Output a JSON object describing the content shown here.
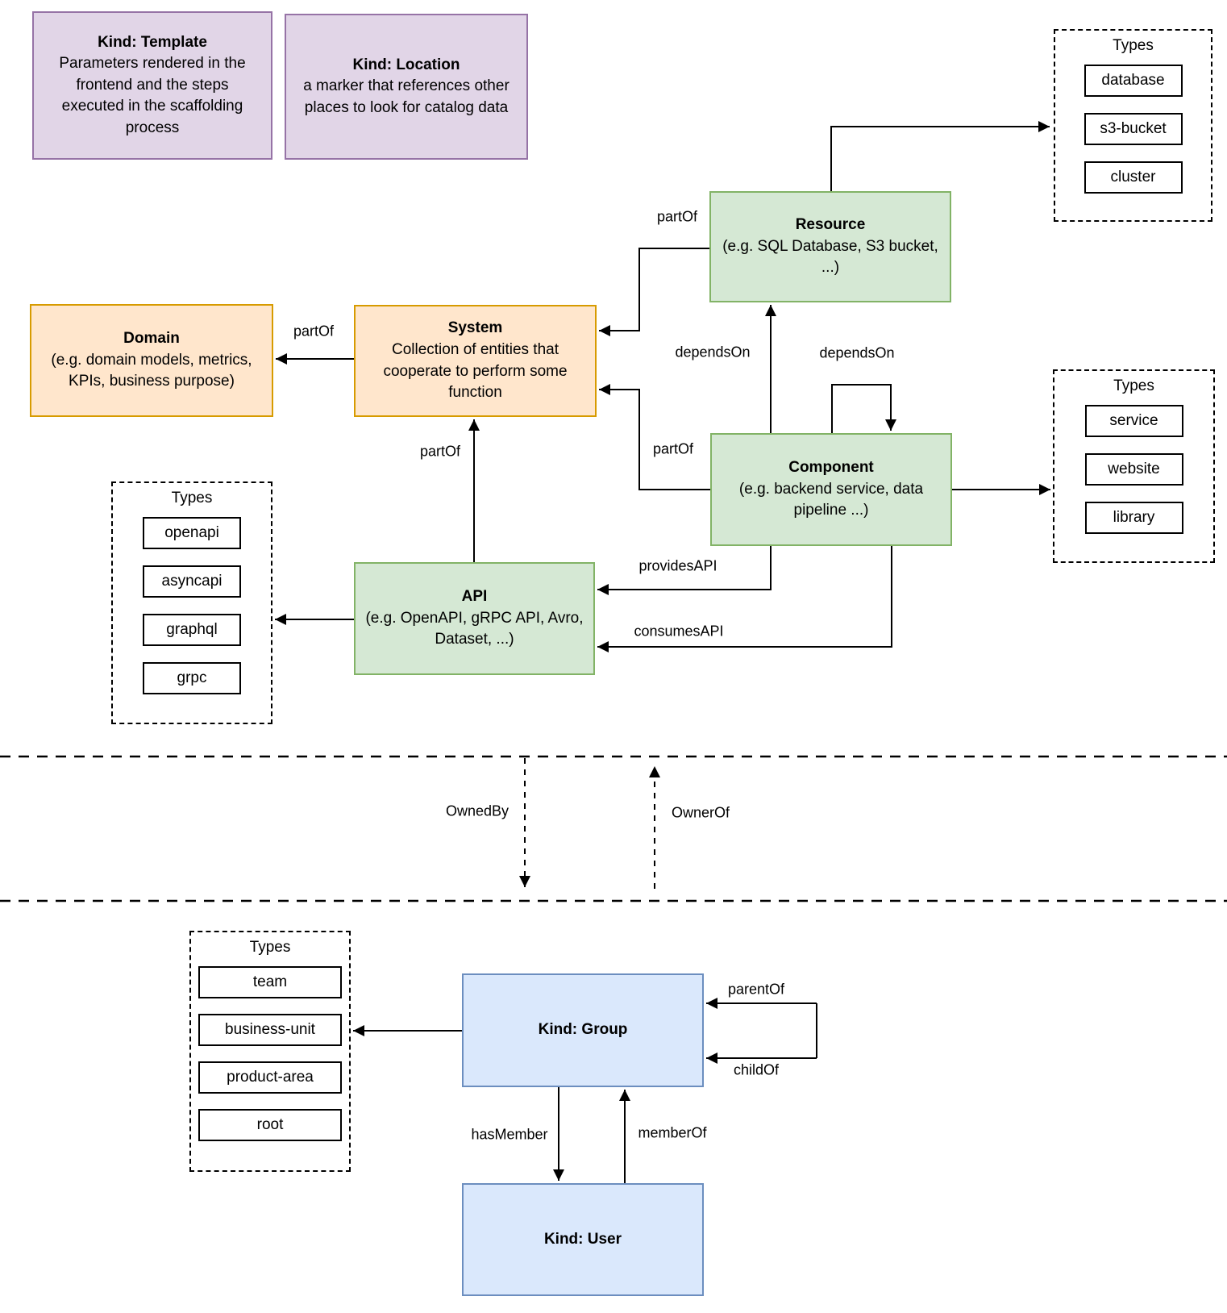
{
  "diagram": {
    "nodes": {
      "template": {
        "title": "Kind: Template",
        "body": "Parameters rendered in the frontend and the steps executed in  the scaffolding process"
      },
      "location": {
        "title": "Kind: Location",
        "body": "a marker that references other places to look for catalog data"
      },
      "resource": {
        "title": "Resource",
        "body": "(e.g. SQL Database, S3 bucket, ...)"
      },
      "domain": {
        "title": "Domain",
        "body": "(e.g.  domain models, metrics, KPIs, business purpose)"
      },
      "system": {
        "title": "System",
        "body": "Collection of entities that cooperate to perform some function"
      },
      "component": {
        "title": "Component",
        "body": "(e.g. backend service, data pipeline ...)"
      },
      "api": {
        "title": "API",
        "body": "(e.g. OpenAPI, gRPC API, Avro, Dataset, ...)"
      },
      "group": {
        "title": "Kind: Group"
      },
      "user": {
        "title": "Kind: User"
      }
    },
    "type_panels": {
      "resource_types": {
        "title": "Types",
        "items": [
          "database",
          "s3-bucket",
          "cluster"
        ]
      },
      "component_types": {
        "title": "Types",
        "items": [
          "service",
          "website",
          "library"
        ]
      },
      "api_types": {
        "title": "Types",
        "items": [
          "openapi",
          "asyncapi",
          "graphql",
          "grpc"
        ]
      },
      "group_types": {
        "title": "Types",
        "items": [
          "team",
          "business-unit",
          "product-area",
          "root"
        ]
      }
    },
    "edge_labels": {
      "partof_resource_system": "partOf",
      "partof_system_domain": "partOf",
      "partof_component_system": "partOf",
      "partof_api_system": "partOf",
      "dependson_component_resource": "dependsOn",
      "dependson_component_self": "dependsOn",
      "providesapi": "providesAPI",
      "consumesapi": "consumesAPI",
      "ownedby": "OwnedBy",
      "ownerof": "OwnerOf",
      "parentof": "parentOf",
      "childof": "childOf",
      "hasmember": "hasMember",
      "memberof": "memberOf"
    },
    "colors": {
      "green_fill": "#d5e8d4",
      "green_border": "#82b366",
      "orange_fill": "#ffe6cc",
      "orange_border": "#d79b00",
      "purple_fill": "#e1d5e7",
      "purple_border": "#9673a6",
      "blue_fill": "#dae8fc",
      "blue_border": "#6c8ebf",
      "line": "#000000"
    }
  }
}
